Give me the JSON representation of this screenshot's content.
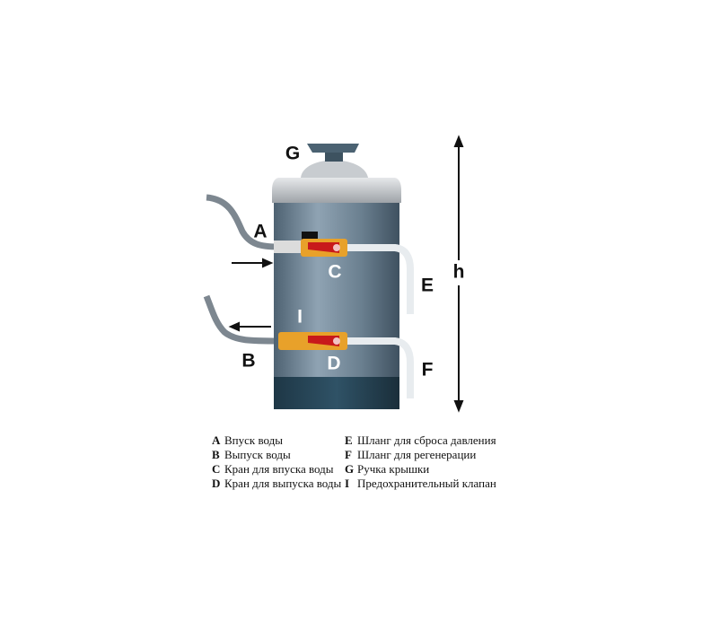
{
  "labels": {
    "G": "G",
    "A": "A",
    "C": "C",
    "E": "E",
    "h": "h",
    "I": "I",
    "B": "B",
    "D": "D",
    "F": "F"
  },
  "legend": {
    "left": [
      {
        "key": "A",
        "text": "Впуск воды"
      },
      {
        "key": "B",
        "text": "Выпуск воды"
      },
      {
        "key": "C",
        "text": "Кран для впуска воды"
      },
      {
        "key": "D",
        "text": "Кран для выпуска воды"
      }
    ],
    "right": [
      {
        "key": "E",
        "text": "Шланг для сброса давления"
      },
      {
        "key": "F",
        "text": "Шланг для регенерации"
      },
      {
        "key": "G",
        "text": "Ручка крышки"
      },
      {
        "key": "I",
        "text": "Предохранительный клапан"
      }
    ]
  }
}
